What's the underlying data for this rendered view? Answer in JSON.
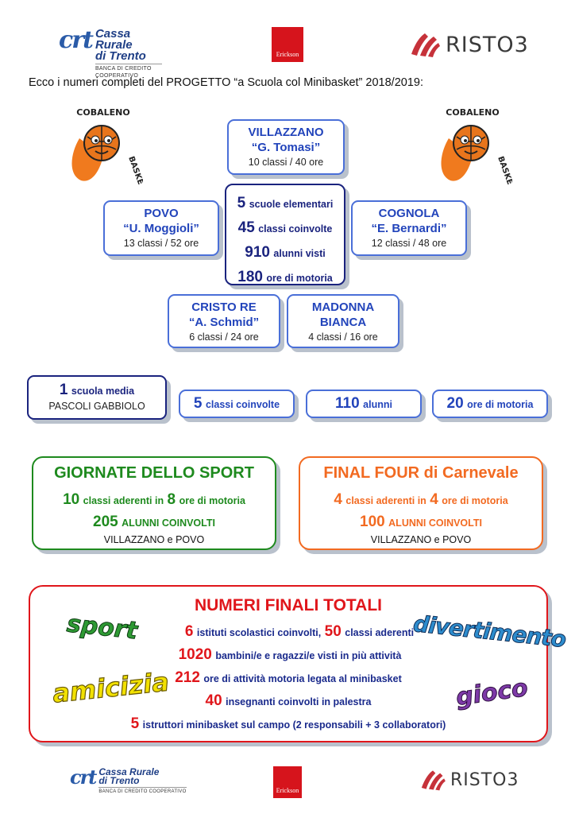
{
  "logos": {
    "crt": {
      "letters": "crt",
      "line1": "Cassa Rurale",
      "line2": "di Trento",
      "sub": "BANCA DI CREDITO COOPERATIVO"
    },
    "erickson": "Erickson",
    "risto3": "RISTO3"
  },
  "intro": "Ecco i numeri completi del PROGETTO “a Scuola col Minibasket” 2018/2019:",
  "mascot": {
    "text": "ARCOBALENO BASKET"
  },
  "schools": {
    "villazzano": {
      "name1": "VILLAZZANO",
      "name2": "“G. Tomasi”",
      "detail": "10 classi / 40 ore"
    },
    "povo": {
      "name1": "POVO",
      "name2": "“U. Moggioli”",
      "detail": "13 classi / 52 ore"
    },
    "cognola": {
      "name1": "COGNOLA",
      "name2": "“E. Bernardi”",
      "detail": "12 classi / 48 ore"
    },
    "cristo_re": {
      "name1": "CRISTO RE",
      "name2": "“A. Schmid”",
      "detail": "6 classi / 24 ore"
    },
    "madonna_bianca": {
      "name1": "MADONNA",
      "name2": "BIANCA",
      "detail": "4 classi / 16 ore"
    }
  },
  "summary": [
    {
      "num": "5",
      "label": "scuole elementari"
    },
    {
      "num": "45",
      "label": "classi coinvolte"
    },
    {
      "num": "910",
      "label": "alunni visti"
    },
    {
      "num": "180",
      "label": "ore di motoria"
    }
  ],
  "media": {
    "school": {
      "num": "1",
      "label": "scuola media",
      "name": "PASCOLI GABBIOLO"
    },
    "classes": {
      "num": "5",
      "label": "classi coinvolte"
    },
    "students": {
      "num": "110",
      "label": "alunni"
    },
    "hours": {
      "num": "20",
      "label": "ore di motoria"
    }
  },
  "giornate": {
    "title": "GIORNATE DELLO SPORT",
    "num1": "10",
    "text1": "classi aderenti in",
    "num2": "8",
    "text2": "ore di motoria",
    "num3": "205",
    "text3": "ALUNNI COINVOLTI",
    "places": "VILLAZZANO e POVO"
  },
  "final_four": {
    "title": "FINAL FOUR di Carnevale",
    "num1": "4",
    "text1": "classi aderenti in",
    "num2": "4",
    "text2": "ore di motoria",
    "num3": "100",
    "text3": "ALUNNI COINVOLTI",
    "places": "VILLAZZANO e POVO"
  },
  "totals": {
    "title": "NUMERI FINALI TOTALI",
    "l1": {
      "n1": "6",
      "t1": "istituti scolastici coinvolti,",
      "n2": "50",
      "t2": "classi aderenti"
    },
    "l2": {
      "n": "1020",
      "t": "bambini/e e ragazzi/e visti in più attività"
    },
    "l3": {
      "n": "212",
      "t": "ore di attività motoria legata al minibasket"
    },
    "l4": {
      "n": "40",
      "t": "insegnanti coinvolti in palestra"
    },
    "l5": {
      "n": "5",
      "t": "istruttori minibasket sul campo (2 responsabili + 3 collaboratori)"
    }
  },
  "words": {
    "sport": "sport",
    "divertimento": "divertimento",
    "amicizia": "amicizia",
    "gioco": "gioco"
  },
  "colors": {
    "blue_border": "#4a6fd8",
    "navy": "#1a237e",
    "green": "#1e8a1e",
    "orange": "#f26a21",
    "red": "#e0161b"
  }
}
